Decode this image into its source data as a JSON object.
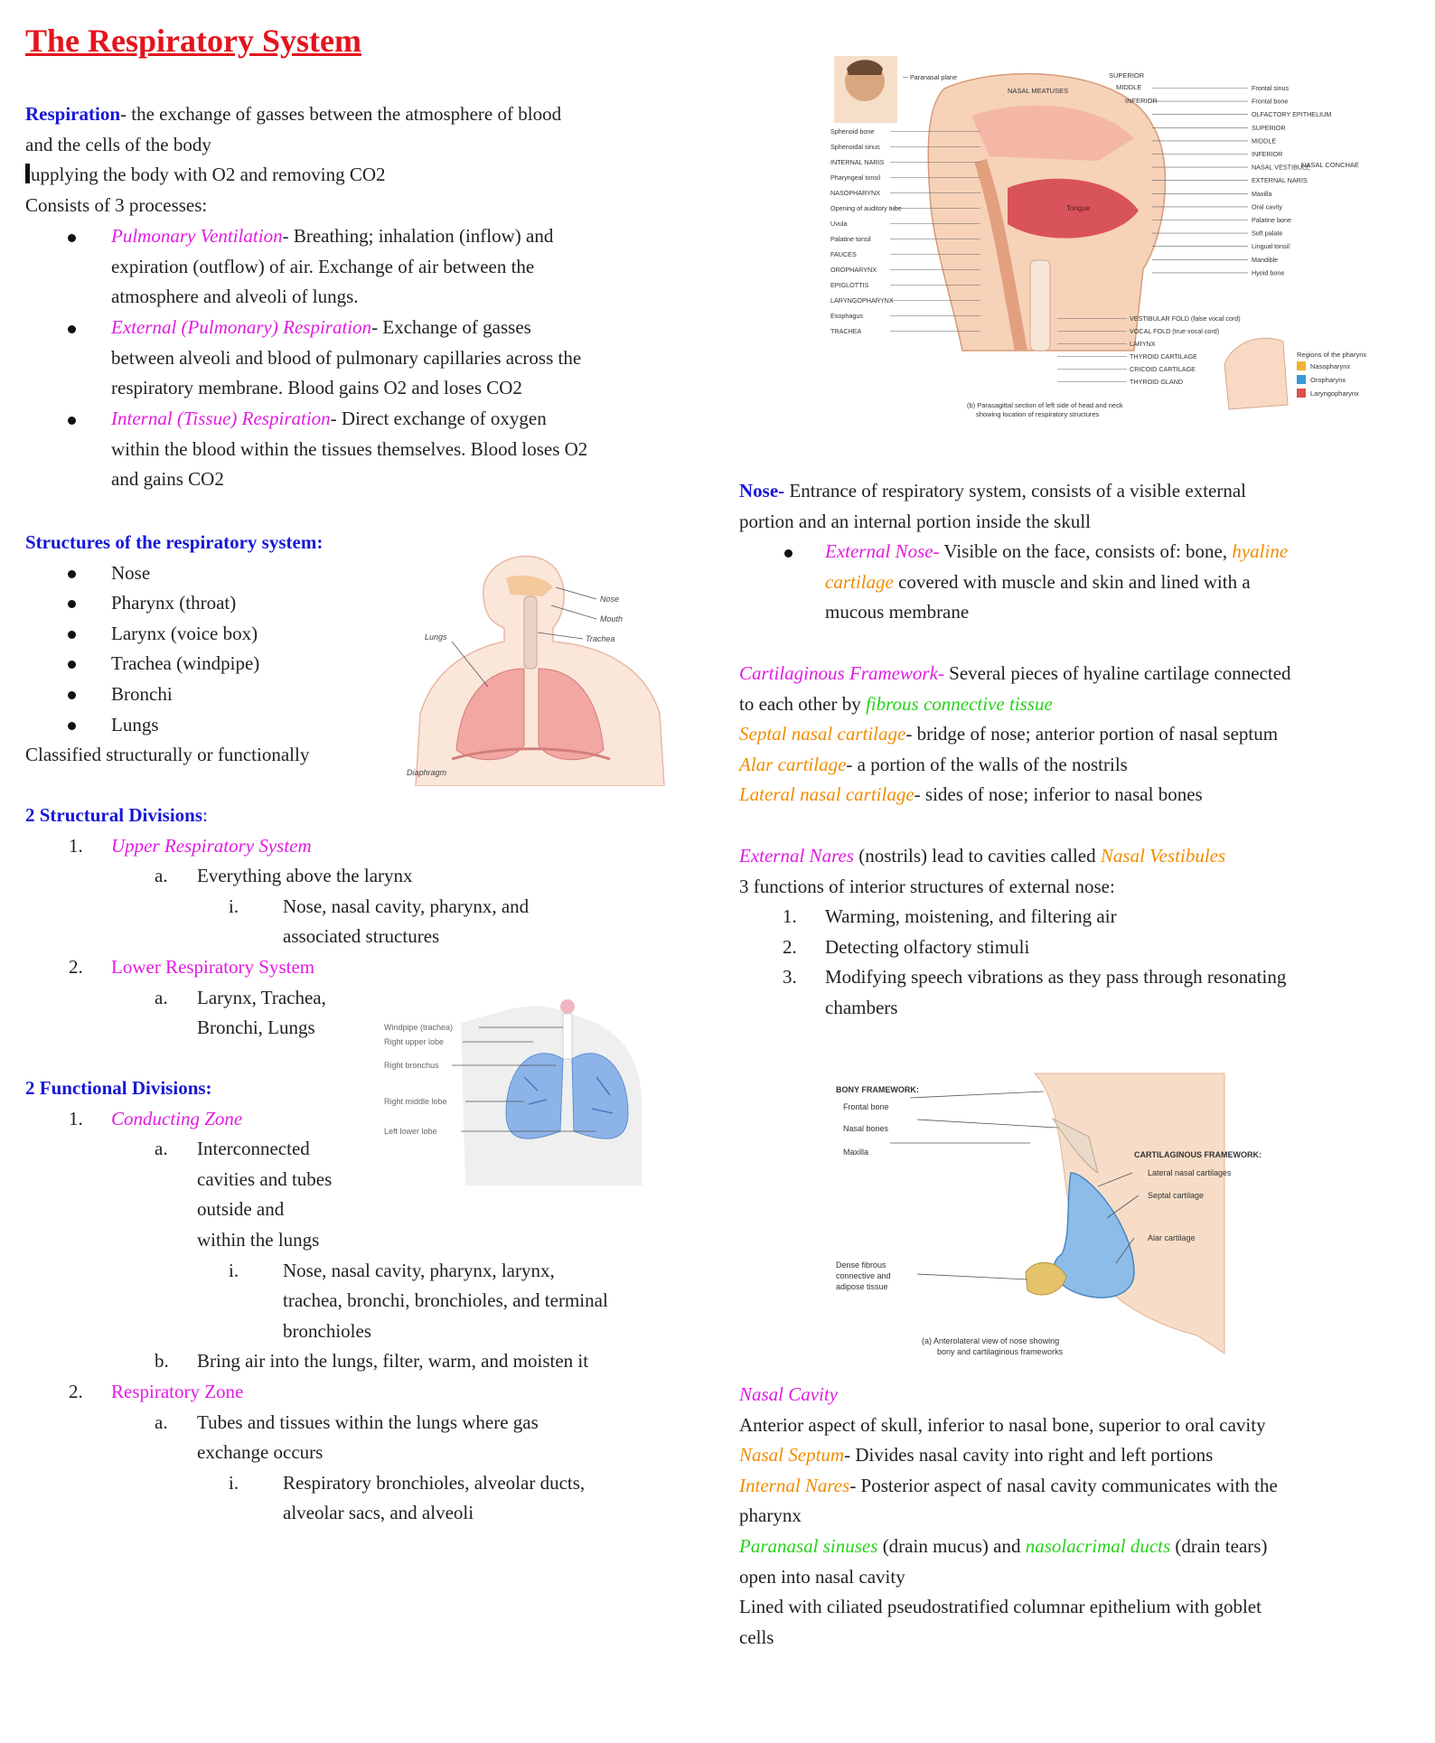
{
  "title": "The Respiratory System",
  "left": {
    "intro": {
      "term": "Respiration",
      "def_l1": "- the exchange of gasses between the atmosphere of blood",
      "def_l2": "and the cells of the body",
      "supply": "upplying the body with O2 and removing CO2",
      "consists": "Consists of 3 processes:"
    },
    "processes": [
      {
        "term": "Pulmonary Ventilation",
        "l1": "- Breathing; inhalation (inflow)  and",
        "l2": "expiration (outflow) of air. Exchange of air between the",
        "l3": "atmosphere and alveoli of lungs."
      },
      {
        "term": "External (Pulmonary) Respiration",
        "l1": "- Exchange of gasses",
        "l2": "between alveoli and blood of pulmonary capillaries across the",
        "l3": "respiratory membrane. Blood gains O2 and loses CO2"
      },
      {
        "term": "Internal (Tissue) Respiration",
        "l1": "- Direct exchange of oxygen",
        "l2": "within the blood within the tissues themselves. Blood loses O2",
        "l3": "and gains CO2"
      }
    ],
    "structures_heading": "Structures of the respiratory system:",
    "structures": [
      "Nose",
      "Pharynx (throat)",
      "Larynx (voice box)",
      "Trachea (windpipe)",
      "Bronchi",
      "Lungs"
    ],
    "classified": "Classified structurally or functionally",
    "structural_heading": "2 Structural Divisions",
    "structural_colon": ":",
    "upper": {
      "num": "1.",
      "label": "Upper Respiratory System",
      "a": "a.",
      "a_text": "Everything above the larynx",
      "i": "i.",
      "i_l1": "Nose, nasal cavity, pharynx, and",
      "i_l2": "associated structures"
    },
    "lower": {
      "num": "2.",
      "label": "Lower Respiratory System",
      "a": "a.",
      "a_l1": "Larynx, Trachea,",
      "a_l2": "Bronchi, Lungs"
    },
    "functional_heading": "2 Functional Divisions:",
    "conducting": {
      "num": "1.",
      "label": "Conducting Zone",
      "a": "a.",
      "a_l1": "Interconnected",
      "a_l2": "cavities and tubes",
      "a_l3": "outside and",
      "a_l4": "within the lungs",
      "i": "i.",
      "i_l1": "Nose, nasal cavity, pharynx, larynx,",
      "i_l2": "trachea, bronchi, bronchioles, and terminal",
      "i_l3": "bronchioles",
      "b": "b.",
      "b_text": "Bring air into the lungs, filter, warm, and moisten it"
    },
    "respiratory": {
      "num": "2.",
      "label": "Respiratory Zone",
      "a": "a.",
      "a_l1": "Tubes and tissues within the lungs where gas",
      "a_l2": "exchange occurs",
      "i": "i.",
      "i_l1": "Respiratory bronchioles, alveolar ducts,",
      "i_l2": "alveolar sacs, and alveoli"
    }
  },
  "fig1": {
    "nose": "Nose",
    "mouth": "Mouth",
    "trachea": "Trachea",
    "lungs": "Lungs",
    "diaphragm": "Diaphragm"
  },
  "fig2": {
    "windpipe": "Windpipe (trachea)",
    "rul": "Right upper lobe",
    "rb": "Right bronchus",
    "rml": "Right middle lobe",
    "lll": "Left lower lobe"
  },
  "fig3": {
    "left_labels": [
      "Paranasal plane",
      "Sphenoid bone",
      "Sphenoidal sinus",
      "INTERNAL NARIS",
      "Pharyngeal tonsil",
      "NASOPHARYNX",
      "Opening of auditory tube",
      "Uvula",
      "Palatine tonsil",
      "FAUCES",
      "OROPHARYNX",
      "EPIGLOTTIS",
      "LARYNGOPHARYNX",
      "Esophagus",
      "TRACHEA"
    ],
    "meatuses": "NASAL MEATUSES",
    "superior": "SUPERIOR",
    "middle": "MIDDLE",
    "inferior": "INFERIOR",
    "right_labels": [
      "Frontal sinus",
      "Frontal bone",
      "OLFACTORY EPITHELIUM",
      "SUPERIOR",
      "MIDDLE",
      "INFERIOR",
      "NASAL VESTIBULE",
      "EXTERNAL NARIS",
      "Maxilla",
      "Oral cavity",
      "Palatine bone",
      "Soft palate",
      "Lingual tonsil",
      "Mandible",
      "Hyoid bone"
    ],
    "conchae": "NASAL CONCHAE",
    "bottom_labels": [
      "VESTIBULAR FOLD (false vocal cord)",
      "VOCAL FOLD (true vocal cord)",
      "LARYNX",
      "THYROID CARTILAGE",
      "CRICOID CARTILAGE",
      "THYROID GLAND"
    ],
    "tongue": "Tongue",
    "regions_title": "Regions of the pharynx",
    "regions": [
      {
        "label": "Nasopharynx",
        "color": "#f2b233"
      },
      {
        "label": "Oropharynx",
        "color": "#3a9ad9"
      },
      {
        "label": "Laryngopharynx",
        "color": "#e0504a"
      }
    ],
    "caption_l1": "(b) Parasagittal section of left side of head and neck",
    "caption_l2": "showing location of respiratory structures"
  },
  "right": {
    "nose": {
      "term": "Nose-",
      "l1": " Entrance of respiratory system, consists of a visible external",
      "l2": "portion and an internal portion inside the skull"
    },
    "ext_nose": {
      "term": "External Nose-",
      "l1a": " Visible on the face, consists of: bone, ",
      "l1b": "hyaline",
      "l2a": "cartilage",
      "l2b": " covered with muscle and skin and lined with a",
      "l3": "mucous membrane"
    },
    "cart_fw": {
      "term": "Cartilaginous Framework-",
      "l1": " Several pieces of hyaline cartilage connected",
      "l2a": "to each other by ",
      "l2b": "fibrous connective tissue"
    },
    "septal": {
      "term": "Septal nasal cartilage",
      "text": "- bridge of nose; anterior portion of nasal septum"
    },
    "alar": {
      "term": "Alar cartilage",
      "text": "- a portion of the walls of the nostrils"
    },
    "lateral": {
      "term": "Lateral nasal cartilage",
      "text": "- sides of nose; inferior to nasal bones"
    },
    "ext_nares": {
      "term": "External Nares",
      "mid": " (nostrils) lead to cavities called ",
      "term2": "Nasal Vestibules"
    },
    "functions_intro": "3 functions of interior structures of external nose:",
    "functions": [
      {
        "num": "1.",
        "l1": "Warming, moistening, and filtering air"
      },
      {
        "num": "2.",
        "l1": "Detecting olfactory stimuli"
      },
      {
        "num": "3.",
        "l1": "Modifying speech vibrations as they pass through resonating",
        "l2": "chambers"
      }
    ],
    "nasal_cavity": {
      "heading": "Nasal Cavity",
      "l1": "Anterior aspect of skull, inferior to nasal bone, superior to oral cavity"
    },
    "septum": {
      "term": "Nasal Septum",
      "text": "- Divides nasal cavity into right and left portions"
    },
    "int_nares": {
      "term": "Internal Nares",
      "l1": "- Posterior aspect of nasal cavity communicates with the",
      "l2": "pharynx"
    },
    "paranasal": {
      "term": "Paranasal sinuses",
      "mid": " (drain mucus) and ",
      "term2": "nasolacrimal ducts",
      "end": " (drain tears)",
      "l2": "open into nasal cavity"
    },
    "lined": {
      "l1": "Lined with ciliated pseudostratified columnar epithelium with goblet",
      "l2": "cells"
    }
  },
  "fig4": {
    "bony": "BONY FRAMEWORK:",
    "frontal": "Frontal bone",
    "nasal": "Nasal bones",
    "maxilla": "Maxilla",
    "cart": "CARTILAGINOUS FRAMEWORK:",
    "lateral": "Lateral nasal cartilages",
    "septal": "Septal cartilage",
    "alar": "Alar cartilage",
    "dense_l1": "Dense fibrous",
    "dense_l2": "connective and",
    "dense_l3": "adipose tissue",
    "caption_l1": "(a) Anterolateral view of nose showing",
    "caption_l2": "bony and cartilaginous frameworks"
  }
}
